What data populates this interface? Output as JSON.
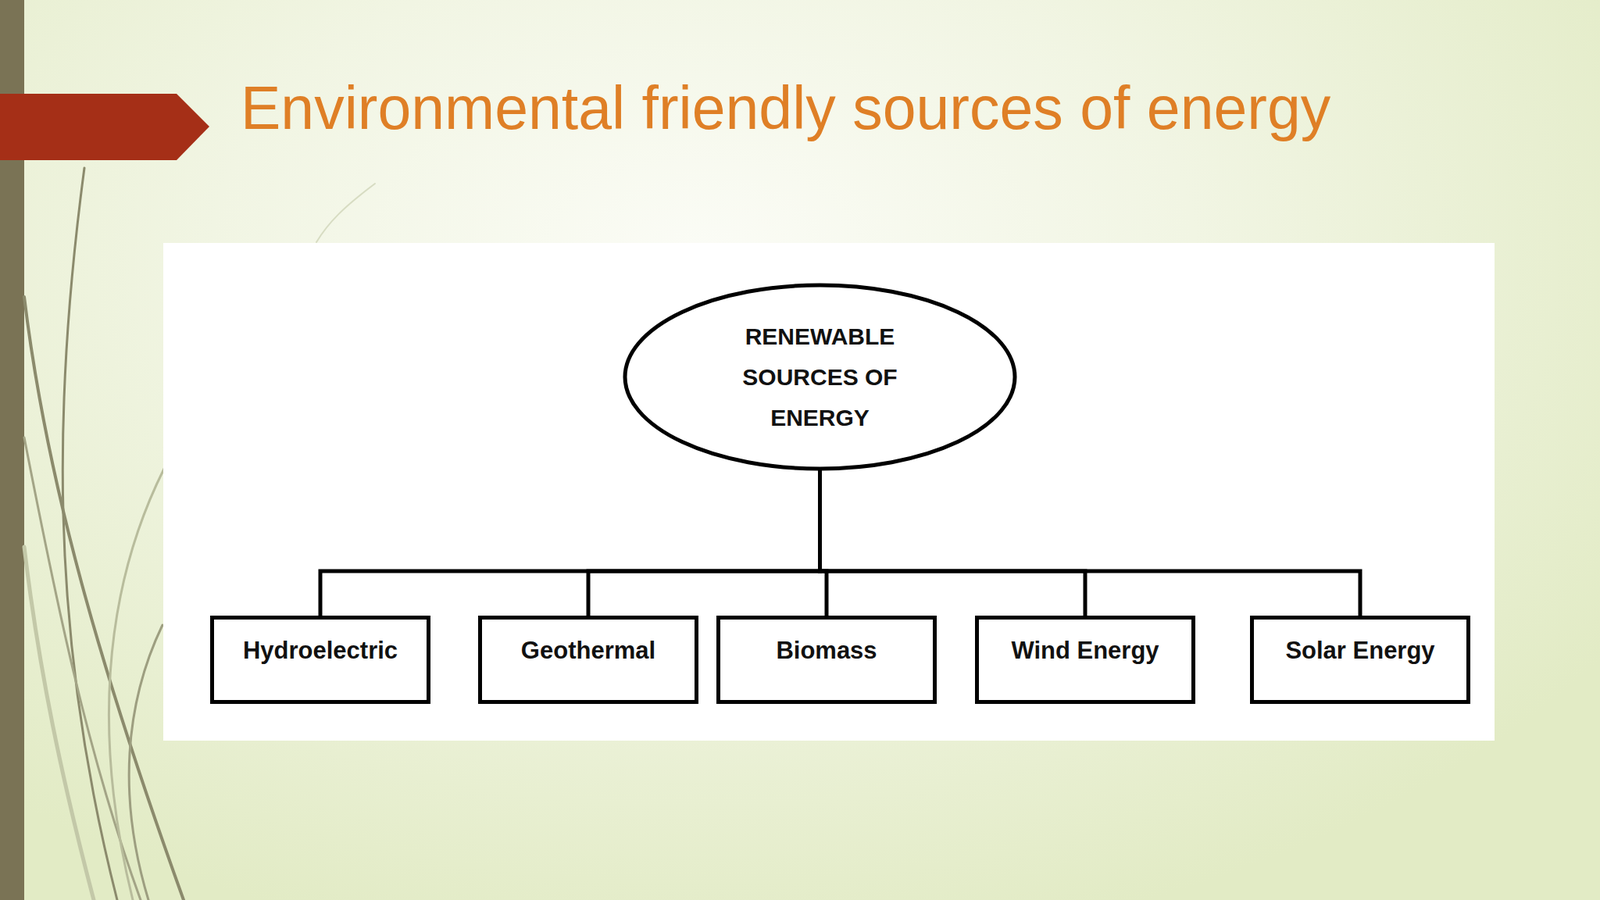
{
  "diagram": {
    "title": "Environmental friendly sources of energy",
    "nodes": [
      {
        "text": [
          "RENEWABLE SOURCES OF ENERGY"
        ]
      },
      {
        "text": [
          "Hydroelectric"
        ]
      },
      {
        "text": [
          "Geothermal"
        ]
      },
      {
        "text": [
          "Biomass"
        ]
      },
      {
        "text": [
          "Wind Energy"
        ]
      },
      {
        "text": [
          "Solar Energy"
        ]
      }
    ],
    "edges": [
      {
        "from": 0,
        "to": 1,
        "arrow": "none"
      },
      {
        "from": 0,
        "to": 2,
        "arrow": "none"
      },
      {
        "from": 0,
        "to": 3,
        "arrow": "none"
      },
      {
        "from": 0,
        "to": 4,
        "arrow": "none"
      },
      {
        "from": 0,
        "to": 5,
        "arrow": "none"
      }
    ]
  }
}
